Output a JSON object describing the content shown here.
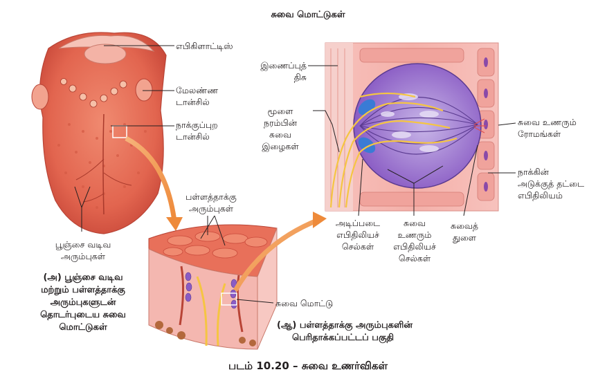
{
  "title": "சுவை மொட்டுகள்",
  "caption": "படம் 10.20 – சுவை உணர்விகள்",
  "labels": {
    "epiglottis": "எபிகிளாட்டிஸ்",
    "palatine_tonsil": [
      "மேலண்ண",
      "டான்சில்"
    ],
    "lingual_tonsil": [
      "நாக்குப்புற",
      "டான்சில்"
    ],
    "filiform": [
      "பூஞ்சை வடிவ",
      "அரும்புகள்"
    ],
    "vallate_papillae": [
      "பள்ளத்தாக்கு",
      "அரும்புகள்"
    ],
    "taste_bud": "சுவை மொட்டு",
    "connective_tissue": [
      "இணைப்புத்",
      "திசு"
    ],
    "nerve_fibers": [
      "மூளை",
      "நரம்பின்",
      "சுவை",
      "இழைகள்"
    ],
    "taste_hairs": [
      "சுவை உணரும்",
      "ரோமங்கள்"
    ],
    "stratified_epithelium": [
      "நாக்கின்",
      "அடுக்குத் தட்டை",
      "எபிதிலியம்"
    ],
    "basal_cells": [
      "அடிப்படை",
      "எபிதிலியச்",
      "செல்கள்"
    ],
    "receptor_cells": [
      "சுவை",
      "உணரும்",
      "எபிதிலியச்",
      "செல்கள்"
    ],
    "taste_pore": [
      "சுவைத்",
      "துளை"
    ]
  },
  "sub_captions": {
    "a": [
      "(அ) பூஞ்சை வடிவ",
      "மற்றும் பள்ளத்தாக்கு",
      "அரும்புகளுடன்",
      "தொடர்புடைய சுவை",
      "மொட்டுகள்"
    ],
    "b": [
      "(ஆ) பள்ளத்தாக்கு அரும்புகளின்",
      "பெரிதாக்கப்பட்டப் பகுதி"
    ]
  },
  "colors": {
    "tongue": "#e8735e",
    "tongue_dark": "#c9493a",
    "pink_tissue": "#f2a7a3",
    "purple_cells": "#8a5cc4",
    "blue_nucleus": "#3a7bd5",
    "nerve_yellow": "#f5c542",
    "arrow_orange": "#f39c4a"
  }
}
